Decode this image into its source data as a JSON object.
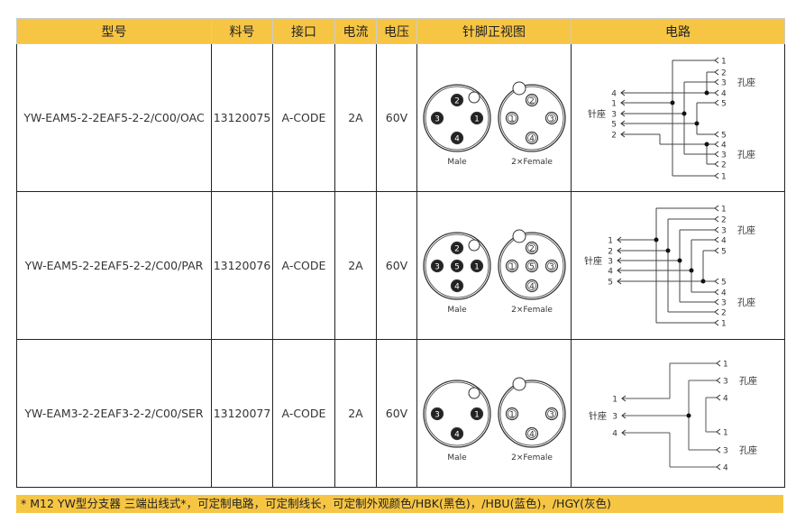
{
  "headers": [
    "型号",
    "料号",
    "接口",
    "电流",
    "电压",
    "针脚正视图",
    "电路"
  ],
  "rows": [
    {
      "model": "YW-EAM5-2-2EAF5-2-2/C00/OAC",
      "part": "13120075",
      "interface": "A-CODE",
      "current": "2A",
      "voltage": "60V",
      "male_pins": [
        [
          "2",
          "top"
        ],
        [
          "3",
          "left"
        ],
        [
          "1",
          "right"
        ],
        [
          "4",
          "bottom"
        ]
      ],
      "female_pins": [
        [
          "2",
          "top"
        ],
        [
          "1",
          "left"
        ],
        [
          "3",
          "right"
        ],
        [
          "4",
          "bottom"
        ]
      ]
    },
    {
      "model": "YW-EAM5-2-2EAF5-2-2/C00/PAR",
      "part": "13120076",
      "interface": "A-CODE",
      "current": "2A",
      "voltage": "60V",
      "male_pins": [
        [
          "2",
          "top"
        ],
        [
          "3",
          "left"
        ],
        [
          "5",
          "center"
        ],
        [
          "1",
          "right"
        ],
        [
          "4",
          "bottom"
        ]
      ],
      "female_pins": [
        [
          "2",
          "top"
        ],
        [
          "1",
          "left"
        ],
        [
          "5",
          "center"
        ],
        [
          "3",
          "right"
        ],
        [
          "4",
          "bottom"
        ]
      ]
    },
    {
      "model": "YW-EAM3-2-2EAF3-2-2/C00/SER",
      "part": "13120077",
      "interface": "A-CODE",
      "current": "2A",
      "voltage": "60V",
      "male_pins": [
        [
          "3",
          "left"
        ],
        [
          "1",
          "right"
        ],
        [
          "4",
          "bottom"
        ]
      ],
      "female_pins": [
        [
          "1",
          "left"
        ],
        [
          "3",
          "right"
        ],
        [
          "4",
          "bottom"
        ]
      ]
    }
  ],
  "male_label": "Male",
  "female_label": "2×Female",
  "pin_seat": "针座",
  "socket_seat": "孔座",
  "circuits": [
    {
      "left": [
        "4",
        "1",
        "3",
        "5",
        "2"
      ],
      "right": [
        "1",
        "2",
        "3",
        "4",
        "5",
        "5",
        "4",
        "3",
        "2",
        "1"
      ]
    },
    {
      "left": [
        "1",
        "2",
        "3",
        "4",
        "5"
      ],
      "right": [
        "1",
        "2",
        "3",
        "4",
        "5",
        "5",
        "4",
        "3",
        "2",
        "1"
      ]
    },
    {
      "left": [
        "1",
        "3",
        "4"
      ],
      "right": [
        "1",
        "3",
        "4",
        "1",
        "3",
        "4"
      ]
    }
  ],
  "footer": "* M12 YW型分支器 三端出线式*，可定制电路，可定制线长，可定制外观颜色/HBK(黑色)，/HBU(蓝色)，/HGY(灰色)",
  "colors": {
    "accent": "#f6c544"
  }
}
